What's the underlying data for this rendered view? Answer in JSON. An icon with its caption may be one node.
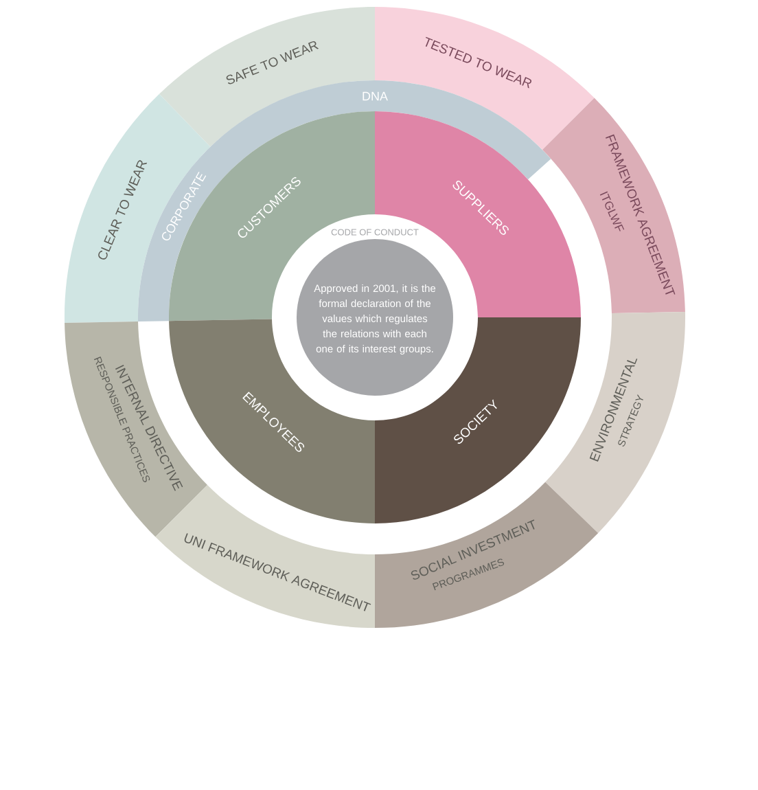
{
  "diagram": {
    "nodes": [
      {
        "text": [
          "SAFE TO WEAR"
        ]
      },
      {
        "text": [
          "TESTED TO WEAR"
        ]
      },
      {
        "text": [
          "CLEAR TO WEAR"
        ]
      },
      {
        "text": [
          "FRAMEWORK AGREEMENT",
          "ITGLWF"
        ]
      },
      {
        "text": [
          "CORPORATE",
          "DNA"
        ]
      },
      {
        "text": [
          "CUSTOMERS"
        ]
      },
      {
        "text": [
          "SUPPLIERS"
        ]
      },
      {
        "text": [
          "CODE OF CONDUCT",
          "Approved in 2001, it is the formal declaration of the values which regulates the relations with each one of its interest groups."
        ]
      },
      {
        "text": [
          "INTERNAL DIRECTIVE",
          "RESPONSIBLE PRACTICES"
        ]
      },
      {
        "text": [
          "EMPLOYEES"
        ]
      },
      {
        "text": [
          "SOCIETY"
        ]
      },
      {
        "text": [
          "ENVIRONMENTAL",
          "STRATEGY"
        ]
      },
      {
        "text": [
          "UNI FRAMEWORK AGREEMENT"
        ]
      },
      {
        "text": [
          "SOCIAL INVESTMENT",
          "PROGRAMMES"
        ]
      }
    ]
  }
}
